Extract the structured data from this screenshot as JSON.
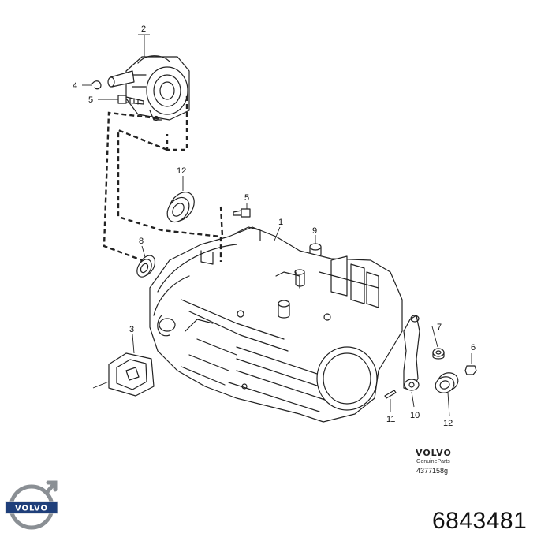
{
  "callouts": {
    "c2": "2",
    "c4": "4",
    "c5a": "5",
    "c12a": "12",
    "c5b": "5",
    "c1": "1",
    "c9": "9",
    "c8": "8",
    "c3": "3",
    "c7": "7",
    "c6": "6",
    "c11": "11",
    "c10": "10",
    "c12b": "12"
  },
  "brand_block": {
    "wordmark": "VOLVO",
    "subtitle": "GenuineParts",
    "drawing_number": "4377158g"
  },
  "logo": {
    "text": "VOLVO"
  },
  "part_number": "6843481"
}
